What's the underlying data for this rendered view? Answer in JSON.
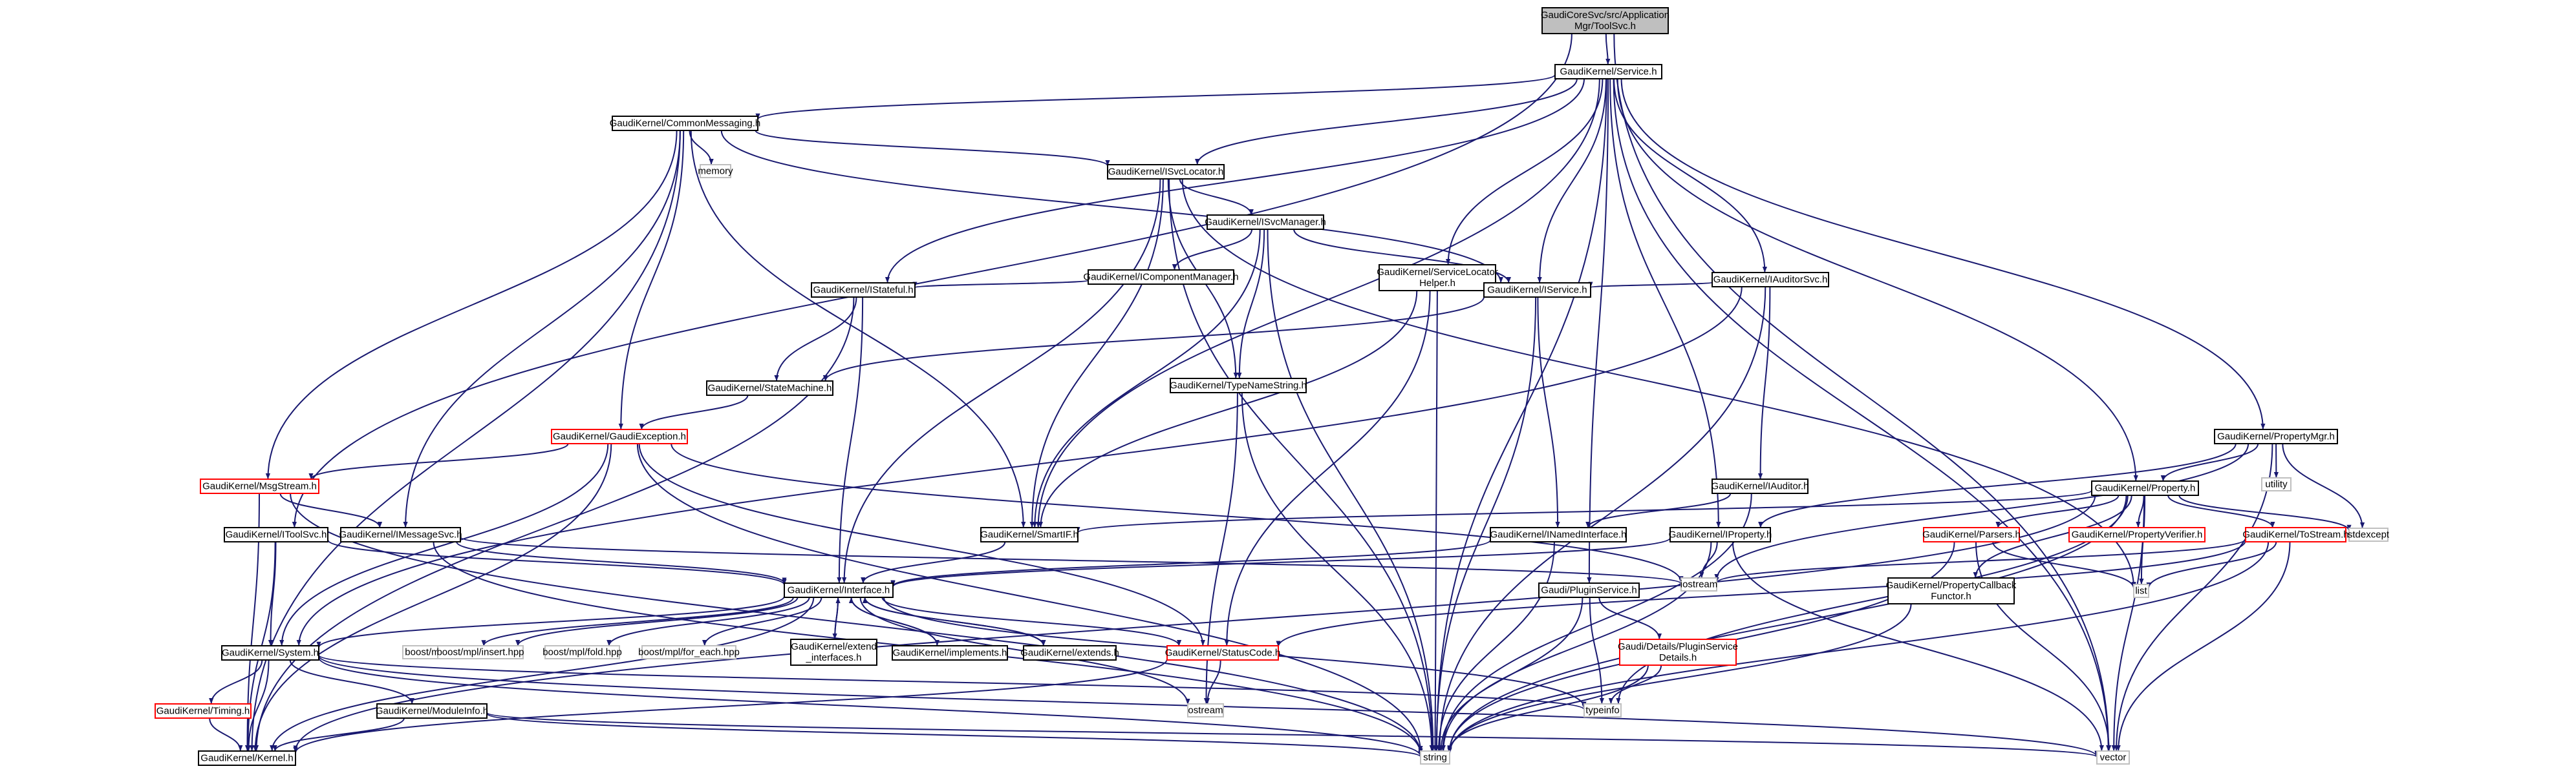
{
  "colors": {
    "edge": "#191970",
    "box_border": "#000000",
    "red_border": "#ff0000",
    "gray_border": "#bfbfbf",
    "root_fill": "#bfbfbf",
    "fill": "#ffffff"
  },
  "nodes": [
    {
      "id": "root",
      "lines": [
        "GaudiCoreSvc/src/Application",
        "Mgr/ToolSvc.h"
      ],
      "style": "root"
    },
    {
      "id": "service",
      "lines": [
        "GaudiKernel/Service.h"
      ],
      "style": "black"
    },
    {
      "id": "commonmsg",
      "lines": [
        "GaudiKernel/CommonMessaging.h"
      ],
      "style": "black"
    },
    {
      "id": "memory",
      "lines": [
        "memory"
      ],
      "style": "gray"
    },
    {
      "id": "isvclocator",
      "lines": [
        "GaudiKernel/ISvcLocator.h"
      ],
      "style": "black"
    },
    {
      "id": "isvcmanager",
      "lines": [
        "GaudiKernel/ISvcManager.h"
      ],
      "style": "black"
    },
    {
      "id": "icompmgr",
      "lines": [
        "GaudiKernel/IComponentManager.h"
      ],
      "style": "black"
    },
    {
      "id": "slhelper",
      "lines": [
        "GaudiKernel/ServiceLocator",
        "Helper.h"
      ],
      "style": "black"
    },
    {
      "id": "iauditorsvc",
      "lines": [
        "GaudiKernel/IAuditorSvc.h"
      ],
      "style": "black"
    },
    {
      "id": "istateful",
      "lines": [
        "GaudiKernel/IStateful.h"
      ],
      "style": "black"
    },
    {
      "id": "iservice",
      "lines": [
        "GaudiKernel/IService.h"
      ],
      "style": "black"
    },
    {
      "id": "statemachine",
      "lines": [
        "GaudiKernel/StateMachine.h"
      ],
      "style": "black"
    },
    {
      "id": "typenamestring",
      "lines": [
        "GaudiKernel/TypeNameString.h"
      ],
      "style": "black"
    },
    {
      "id": "gaudiexception",
      "lines": [
        "GaudiKernel/GaudiException.h"
      ],
      "style": "red"
    },
    {
      "id": "msgstream",
      "lines": [
        "GaudiKernel/MsgStream.h"
      ],
      "style": "red"
    },
    {
      "id": "propertymgr",
      "lines": [
        "GaudiKernel/PropertyMgr.h"
      ],
      "style": "black"
    },
    {
      "id": "utility",
      "lines": [
        "utility"
      ],
      "style": "gray"
    },
    {
      "id": "iauditor",
      "lines": [
        "GaudiKernel/IAuditor.h"
      ],
      "style": "black"
    },
    {
      "id": "property",
      "lines": [
        "GaudiKernel/Property.h"
      ],
      "style": "black"
    },
    {
      "id": "stdexcept",
      "lines": [
        "stdexcept"
      ],
      "style": "gray"
    },
    {
      "id": "itoolsvc",
      "lines": [
        "GaudiKernel/IToolSvc.h"
      ],
      "style": "black"
    },
    {
      "id": "imessagesvc",
      "lines": [
        "GaudiKernel/IMessageSvc.h"
      ],
      "style": "black"
    },
    {
      "id": "smartif",
      "lines": [
        "GaudiKernel/SmartIF.h"
      ],
      "style": "black"
    },
    {
      "id": "inamedif",
      "lines": [
        "GaudiKernel/INamedInterface.h"
      ],
      "style": "black"
    },
    {
      "id": "iproperty",
      "lines": [
        "GaudiKernel/IProperty.h"
      ],
      "style": "black"
    },
    {
      "id": "parsers",
      "lines": [
        "GaudiKernel/Parsers.h"
      ],
      "style": "red"
    },
    {
      "id": "propverifier",
      "lines": [
        "GaudiKernel/PropertyVerifier.h"
      ],
      "style": "red"
    },
    {
      "id": "tostream",
      "lines": [
        "GaudiKernel/ToStream.h"
      ],
      "style": "red"
    },
    {
      "id": "iostream",
      "lines": [
        "iostream"
      ],
      "style": "gray"
    },
    {
      "id": "list",
      "lines": [
        "list"
      ],
      "style": "gray"
    },
    {
      "id": "interface",
      "lines": [
        "GaudiKernel/Interface.h"
      ],
      "style": "black"
    },
    {
      "id": "pluginservice",
      "lines": [
        "Gaudi/PluginService.h"
      ],
      "style": "black"
    },
    {
      "id": "propcallback",
      "lines": [
        "GaudiKernel/PropertyCallback",
        "Functor.h"
      ],
      "style": "black"
    },
    {
      "id": "system",
      "lines": [
        "GaudiKernel/System.h"
      ],
      "style": "black"
    },
    {
      "id": "sethpp",
      "lines": [
        "boost/mpl/set.hpp"
      ],
      "style": "gray"
    },
    {
      "id": "inserthpp",
      "lines": [
        "boost/mpl/insert.hpp"
      ],
      "style": "gray"
    },
    {
      "id": "foldhpp",
      "lines": [
        "boost/mpl/fold.hpp"
      ],
      "style": "gray"
    },
    {
      "id": "foreachhpp",
      "lines": [
        "boost/mpl/for_each.hpp"
      ],
      "style": "gray"
    },
    {
      "id": "extendif",
      "lines": [
        "GaudiKernel/extend",
        "_interfaces.h"
      ],
      "style": "black"
    },
    {
      "id": "implements",
      "lines": [
        "GaudiKernel/implements.h"
      ],
      "style": "black"
    },
    {
      "id": "extends",
      "lines": [
        "GaudiKernel/extends.h"
      ],
      "style": "black"
    },
    {
      "id": "statuscode",
      "lines": [
        "GaudiKernel/StatusCode.h"
      ],
      "style": "red"
    },
    {
      "id": "pluginsvcdetails",
      "lines": [
        "Gaudi/Details/PluginService",
        "Details.h"
      ],
      "style": "red"
    },
    {
      "id": "timing",
      "lines": [
        "GaudiKernel/Timing.h"
      ],
      "style": "red"
    },
    {
      "id": "moduleinfo",
      "lines": [
        "GaudiKernel/ModuleInfo.h"
      ],
      "style": "black"
    },
    {
      "id": "typeinfo",
      "lines": [
        "typeinfo"
      ],
      "style": "gray"
    },
    {
      "id": "ostream",
      "lines": [
        "ostream"
      ],
      "style": "gray"
    },
    {
      "id": "kernel",
      "lines": [
        "GaudiKernel/Kernel.h"
      ],
      "style": "black"
    },
    {
      "id": "string",
      "lines": [
        "string"
      ],
      "style": "gray"
    },
    {
      "id": "vector",
      "lines": [
        "vector"
      ],
      "style": "gray"
    }
  ],
  "edges": [
    [
      "root",
      "service"
    ],
    [
      "root",
      "itoolsvc"
    ],
    [
      "root",
      "vector"
    ],
    [
      "service",
      "commonmsg"
    ],
    [
      "service",
      "isvclocator"
    ],
    [
      "service",
      "slhelper"
    ],
    [
      "service",
      "iauditorsvc"
    ],
    [
      "service",
      "istateful"
    ],
    [
      "service",
      "iservice"
    ],
    [
      "service",
      "smartif"
    ],
    [
      "service",
      "iproperty"
    ],
    [
      "service",
      "pluginservice"
    ],
    [
      "service",
      "propertymgr"
    ],
    [
      "service",
      "property"
    ],
    [
      "service",
      "string"
    ],
    [
      "service",
      "vector"
    ],
    [
      "commonmsg",
      "memory"
    ],
    [
      "commonmsg",
      "isvclocator"
    ],
    [
      "commonmsg",
      "gaudiexception"
    ],
    [
      "commonmsg",
      "msgstream"
    ],
    [
      "commonmsg",
      "imessagesvc"
    ],
    [
      "commonmsg",
      "smartif"
    ],
    [
      "commonmsg",
      "iservice"
    ],
    [
      "commonmsg",
      "kernel"
    ],
    [
      "isvclocator",
      "isvcmanager"
    ],
    [
      "isvclocator",
      "smartif"
    ],
    [
      "isvclocator",
      "interface"
    ],
    [
      "isvclocator",
      "typenamestring"
    ],
    [
      "isvclocator",
      "string"
    ],
    [
      "isvclocator",
      "list"
    ],
    [
      "isvcmanager",
      "icompmgr"
    ],
    [
      "isvcmanager",
      "iservice"
    ],
    [
      "isvcmanager",
      "typenamestring"
    ],
    [
      "isvcmanager",
      "smartif"
    ],
    [
      "isvcmanager",
      "string"
    ],
    [
      "icompmgr",
      "istateful"
    ],
    [
      "slhelper",
      "iservice"
    ],
    [
      "slhelper",
      "smartif"
    ],
    [
      "slhelper",
      "statuscode"
    ],
    [
      "slhelper",
      "string"
    ],
    [
      "iauditorsvc",
      "iservice"
    ],
    [
      "iauditorsvc",
      "iauditor"
    ],
    [
      "iauditorsvc",
      "system"
    ],
    [
      "iauditorsvc",
      "string"
    ],
    [
      "istateful",
      "statemachine"
    ],
    [
      "istateful",
      "interface"
    ],
    [
      "istateful",
      "kernel"
    ],
    [
      "iservice",
      "statemachine"
    ],
    [
      "iservice",
      "inamedif"
    ],
    [
      "iservice",
      "string"
    ],
    [
      "statemachine",
      "gaudiexception"
    ],
    [
      "typenamestring",
      "string"
    ],
    [
      "typenamestring",
      "ostream"
    ],
    [
      "gaudiexception",
      "msgstream"
    ],
    [
      "gaudiexception",
      "system"
    ],
    [
      "gaudiexception",
      "statuscode"
    ],
    [
      "gaudiexception",
      "kernel"
    ],
    [
      "gaudiexception",
      "iostream"
    ],
    [
      "gaudiexception",
      "string"
    ],
    [
      "msgstream",
      "imessagesvc"
    ],
    [
      "msgstream",
      "string"
    ],
    [
      "msgstream",
      "kernel"
    ],
    [
      "propertymgr",
      "property"
    ],
    [
      "propertymgr",
      "iproperty"
    ],
    [
      "propertymgr",
      "utility"
    ],
    [
      "propertymgr",
      "stdexcept"
    ],
    [
      "propertymgr",
      "iostream"
    ],
    [
      "propertymgr",
      "vector"
    ],
    [
      "iauditor",
      "inamedif"
    ],
    [
      "iauditor",
      "string"
    ],
    [
      "property",
      "smartif"
    ],
    [
      "property",
      "parsers"
    ],
    [
      "property",
      "propverifier"
    ],
    [
      "property",
      "tostream"
    ],
    [
      "property",
      "propcallback"
    ],
    [
      "property",
      "stdexcept"
    ],
    [
      "property",
      "typeinfo"
    ],
    [
      "property",
      "string"
    ],
    [
      "property",
      "kernel"
    ],
    [
      "property",
      "vector"
    ],
    [
      "property",
      "list"
    ],
    [
      "itoolsvc",
      "interface"
    ],
    [
      "itoolsvc",
      "system"
    ],
    [
      "itoolsvc",
      "kernel"
    ],
    [
      "imessagesvc",
      "interface"
    ],
    [
      "imessagesvc",
      "iostream"
    ],
    [
      "imessagesvc",
      "string"
    ],
    [
      "smartif",
      "interface"
    ],
    [
      "inamedif",
      "interface"
    ],
    [
      "inamedif",
      "string"
    ],
    [
      "iproperty",
      "interface"
    ],
    [
      "iproperty",
      "iostream"
    ],
    [
      "iproperty",
      "string"
    ],
    [
      "iproperty",
      "vector"
    ],
    [
      "parsers",
      "list"
    ],
    [
      "parsers",
      "string"
    ],
    [
      "parsers",
      "vector"
    ],
    [
      "tostream",
      "iostream"
    ],
    [
      "tostream",
      "list"
    ],
    [
      "tostream",
      "vector"
    ],
    [
      "tostream",
      "string"
    ],
    [
      "tostream",
      "statuscode"
    ],
    [
      "interface",
      "sethpp"
    ],
    [
      "interface",
      "inserthpp"
    ],
    [
      "interface",
      "foldhpp"
    ],
    [
      "interface",
      "foreachhpp"
    ],
    [
      "interface",
      "system"
    ],
    [
      "interface",
      "extendif"
    ],
    [
      "interface",
      "implements"
    ],
    [
      "interface",
      "extends"
    ],
    [
      "interface",
      "statuscode"
    ],
    [
      "interface",
      "typeinfo"
    ],
    [
      "interface",
      "ostream"
    ],
    [
      "interface",
      "kernel"
    ],
    [
      "extendif",
      "interface"
    ],
    [
      "implements",
      "interface"
    ],
    [
      "extends",
      "interface"
    ],
    [
      "pluginservice",
      "pluginsvcdetails"
    ],
    [
      "pluginservice",
      "typeinfo"
    ],
    [
      "pluginservice",
      "string"
    ],
    [
      "pluginsvcdetails",
      "typeinfo"
    ],
    [
      "pluginsvcdetails",
      "string"
    ],
    [
      "propcallback",
      "string"
    ],
    [
      "system",
      "timing"
    ],
    [
      "system",
      "moduleinfo"
    ],
    [
      "system",
      "kernel"
    ],
    [
      "system",
      "string"
    ],
    [
      "system",
      "typeinfo"
    ],
    [
      "system",
      "vector"
    ],
    [
      "timing",
      "kernel"
    ],
    [
      "moduleinfo",
      "kernel"
    ],
    [
      "moduleinfo",
      "string"
    ],
    [
      "moduleinfo",
      "vector"
    ],
    [
      "statuscode",
      "ostream"
    ],
    [
      "statuscode",
      "kernel"
    ]
  ]
}
